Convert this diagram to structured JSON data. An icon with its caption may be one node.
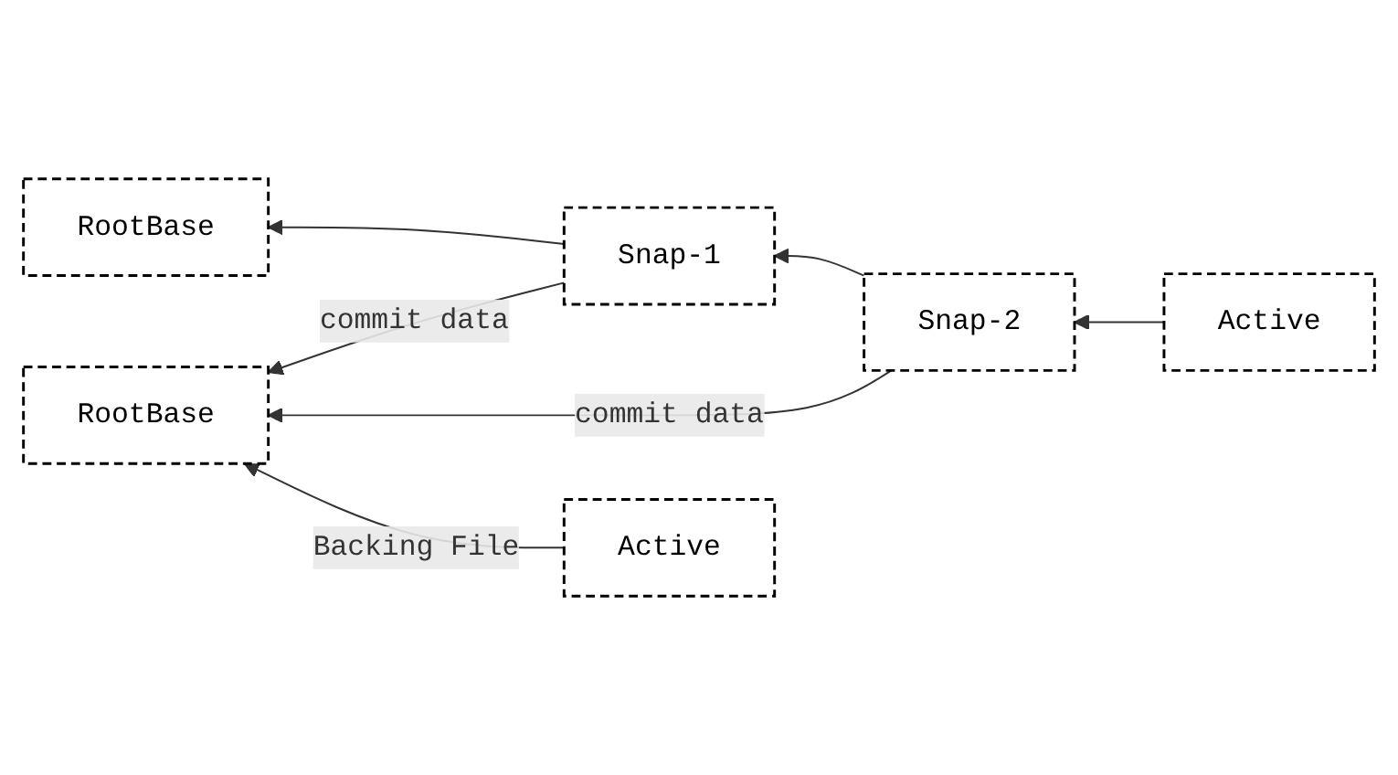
{
  "diagram": {
    "nodes": [
      {
        "text": [
          "RootBase"
        ]
      },
      {
        "text": [
          "Snap-1"
        ]
      },
      {
        "text": [
          "Snap-2"
        ]
      },
      {
        "text": [
          "Active"
        ]
      },
      {
        "text": [
          "RootBase"
        ]
      },
      {
        "text": [
          "Active"
        ]
      }
    ],
    "edges": [
      {
        "from": 1,
        "to": 0,
        "arrow": "to"
      },
      {
        "from": 2,
        "to": 1,
        "arrow": "to"
      },
      {
        "from": 3,
        "to": 2,
        "arrow": "to"
      },
      {
        "from": 1,
        "to": 4,
        "arrow": "to",
        "label": "commit data"
      },
      {
        "from": 2,
        "to": 4,
        "arrow": "to",
        "label": "commit data"
      },
      {
        "from": 5,
        "to": 4,
        "arrow": "to",
        "label": "Backing File"
      }
    ]
  }
}
